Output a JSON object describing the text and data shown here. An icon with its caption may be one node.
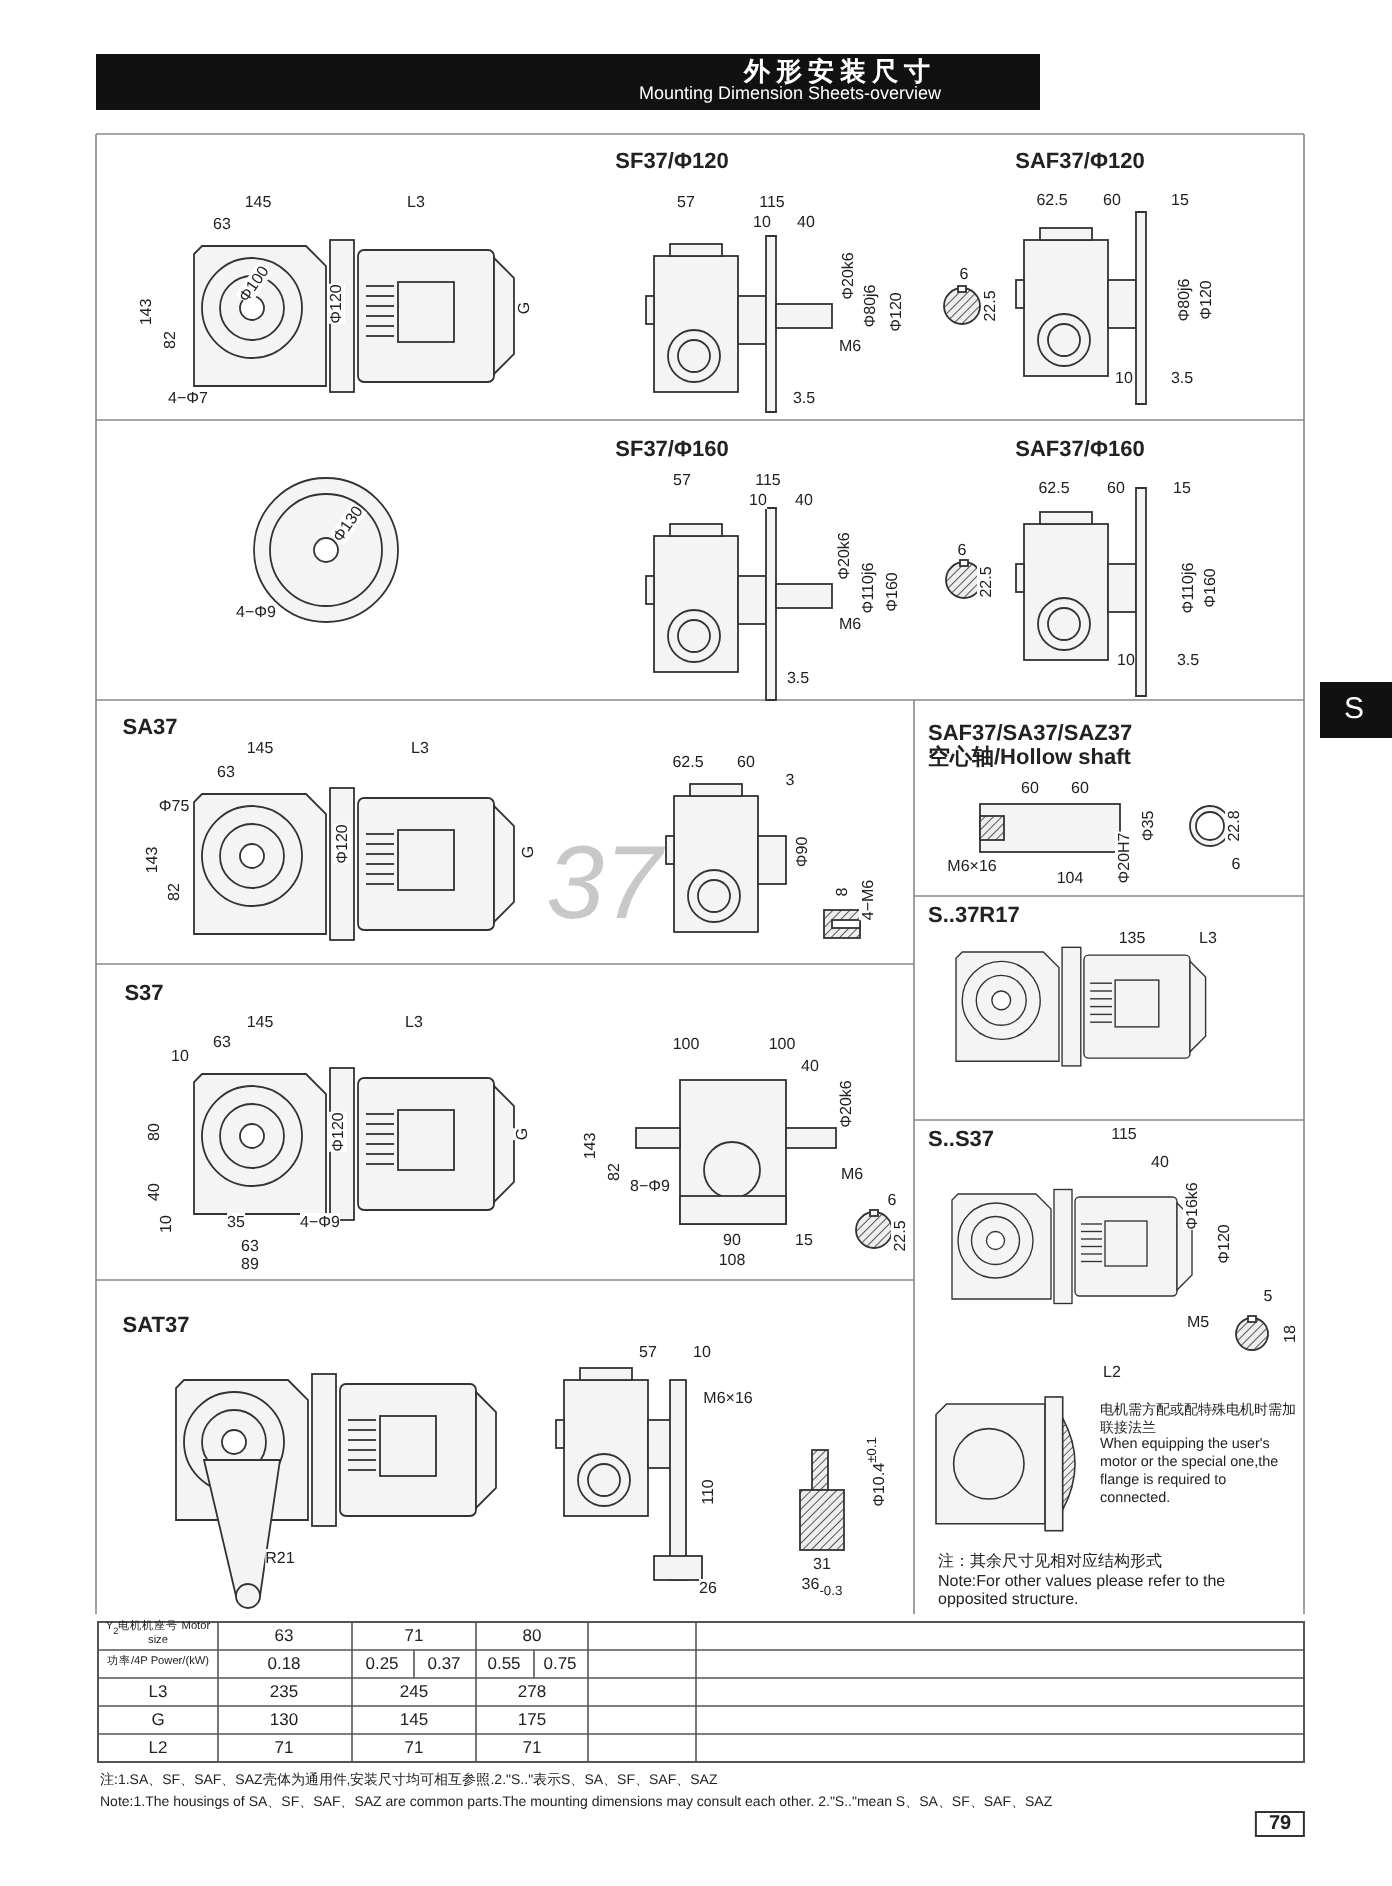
{
  "diagram": {
    "title": "外形安装尺寸",
    "labels": [
      "Mounting Dimension Sheets-overview",
      "S",
      "145",
      "L3",
      "63",
      "Φ100",
      "Φ120",
      "G",
      "143",
      "82",
      "4−Φ7",
      "SF37/Φ120",
      "57",
      "115",
      "10",
      "40",
      "Φ20k6",
      "Φ80j6",
      "Φ120",
      "M6",
      "3.5",
      "6",
      "22.5",
      "SAF37/Φ120",
      "62.5",
      "60",
      "15",
      "Φ80j6",
      "Φ120",
      "10",
      "3.5",
      "Φ130",
      "4−Φ9",
      "SF37/Φ160",
      "57",
      "115",
      "10",
      "40",
      "Φ20k6",
      "Φ110j6",
      "Φ160",
      "M6",
      "3.5",
      "6",
      "22.5",
      "SAF37/Φ160",
      "62.5",
      "60",
      "15",
      "Φ110j6",
      "Φ160",
      "10",
      "3.5",
      "SA37",
      "145",
      "L3",
      "63",
      "Φ75",
      "Φ120",
      "G",
      "143",
      "82",
      "62.5",
      "60",
      "3",
      "Φ90",
      "8",
      "4−M6",
      "SAF37/SA37/SAZ37",
      "空心轴/Hollow shaft",
      "60",
      "60",
      "Φ35",
      "22.8",
      "Φ20H7",
      "M6×16",
      "104",
      "6",
      "S..37R17",
      "135",
      "L3",
      "S37",
      "145",
      "L3",
      "63",
      "10",
      "Φ120",
      "G",
      "80",
      "40",
      "10",
      "35",
      "4−Φ9",
      "63",
      "89",
      "100",
      "100",
      "40",
      "Φ20k6",
      "143",
      "82",
      "M6",
      "8−Φ9",
      "90",
      "15",
      "108",
      "6",
      "22.5",
      "S..S37",
      "115",
      "40",
      "Φ16k6",
      "Φ120",
      "M5",
      "5",
      "18",
      "SAT37",
      "R21",
      "57",
      "10",
      "M6×16",
      "110",
      "26",
      "Φ10.4$^{±0.1}$",
      "31",
      "36$_{-0.3}$",
      "L2",
      "电机需方配或配特殊电机时需加联接法兰",
      "When equipping the user's motor or the special one,the flange is required to connected.",
      "注：其余尺寸见相对应结构形式",
      "Note:For other values please refer to the opposited structure.",
      "37",
      "Y$_{2}$电机机座号 Motor size",
      "63",
      "71",
      "80",
      "功率/4P Power/(kW)",
      "0.18",
      "0.25",
      "0.37",
      "0.55",
      "0.75",
      "L3",
      "235",
      "245",
      "278",
      "G",
      "130",
      "145",
      "175",
      "L2",
      "71",
      "71",
      "71",
      "注:1.SA、SF、SAF、SAZ壳体为通用件,安装尺寸均可相互参照.2.\"S..\"表示S、SA、SF、SAF、SAZ",
      "Note:1.The housings of SA、SF、SAF、SAZ are common parts.The mounting dimensions may consult each other. 2.\"S..\"mean S、SA、SF、SAF、SAZ",
      "79"
    ]
  }
}
